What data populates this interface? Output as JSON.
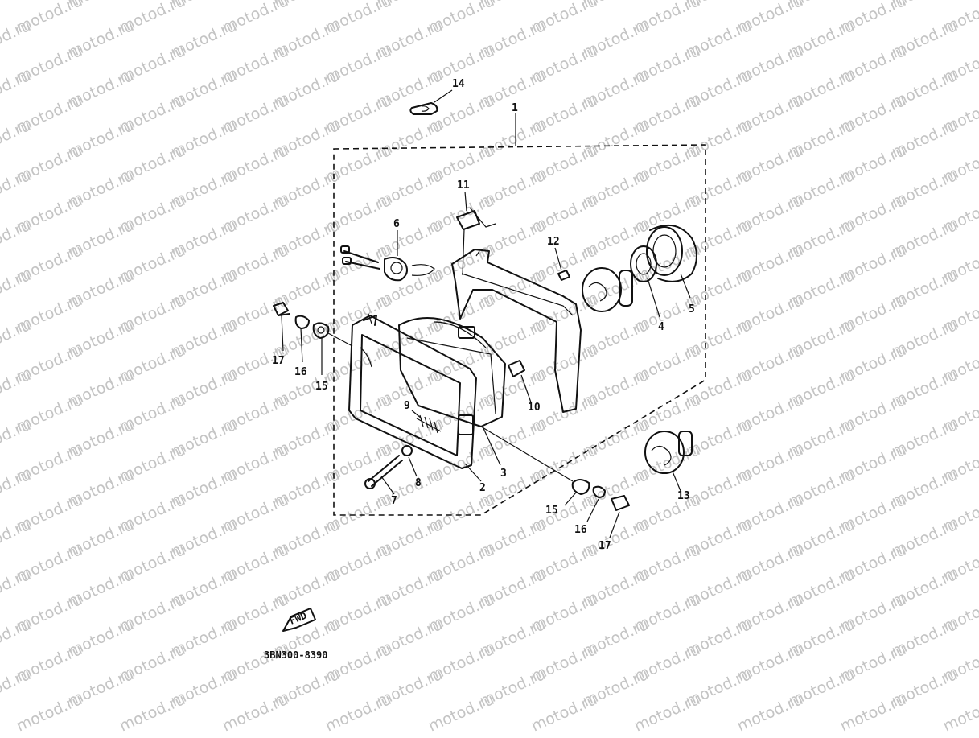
{
  "diagram": {
    "watermark_text": "motod.ru",
    "drawing_code": "3BN300-8390",
    "fwd_label": "FWD",
    "callouts": [
      {
        "id": "c1",
        "text": "1"
      },
      {
        "id": "c2",
        "text": "2"
      },
      {
        "id": "c3",
        "text": "3"
      },
      {
        "id": "c4",
        "text": "4"
      },
      {
        "id": "c5",
        "text": "5"
      },
      {
        "id": "c6",
        "text": "6"
      },
      {
        "id": "c7",
        "text": "7"
      },
      {
        "id": "c8",
        "text": "8"
      },
      {
        "id": "c9",
        "text": "9"
      },
      {
        "id": "c10",
        "text": "10"
      },
      {
        "id": "c11",
        "text": "11"
      },
      {
        "id": "c12",
        "text": "12"
      },
      {
        "id": "c13",
        "text": "13"
      },
      {
        "id": "c14",
        "text": "14"
      },
      {
        "id": "c15a",
        "text": "15"
      },
      {
        "id": "c15b",
        "text": "15"
      },
      {
        "id": "c16a",
        "text": "16"
      },
      {
        "id": "c16b",
        "text": "16"
      },
      {
        "id": "c17a",
        "text": "17"
      },
      {
        "id": "c17b",
        "text": "17"
      }
    ]
  }
}
